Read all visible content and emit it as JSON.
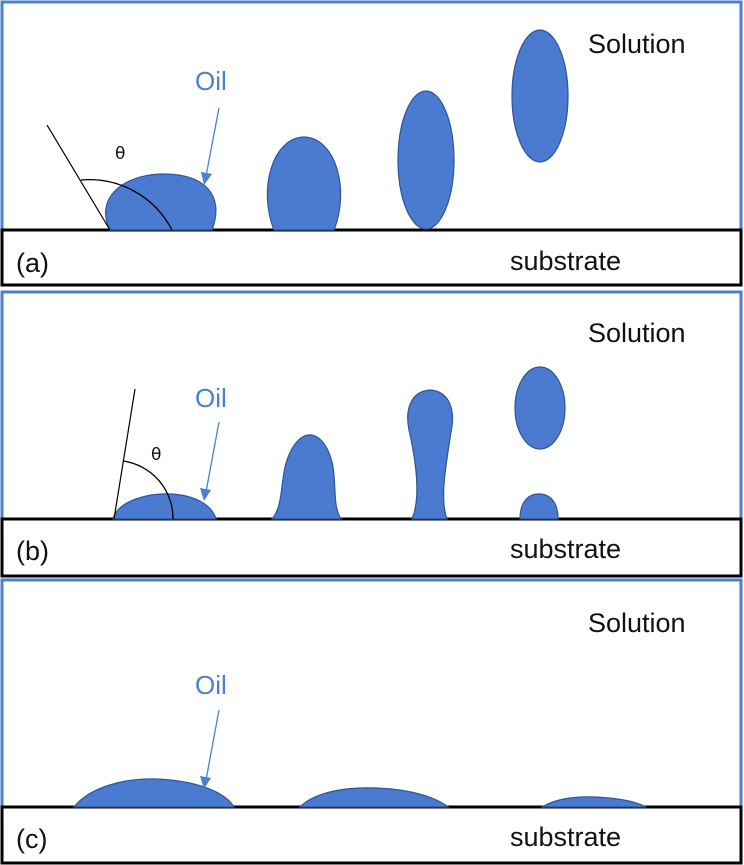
{
  "colors": {
    "panel_border": "#4a7fd4",
    "droplet_fill": "#4a7bd1",
    "droplet_stroke": "#2f5597",
    "oil_label": "#4a7fd4",
    "arrow": "#4a7fd4",
    "substrate_border": "#000000"
  },
  "panels": [
    {
      "id": "(a)",
      "solution_label": "Solution",
      "substrate_label": "substrate",
      "oil_label": "Oil",
      "angle_label": "θ",
      "description": "oil droplet detaches progressively from substrate (high contact angle)"
    },
    {
      "id": "(b)",
      "solution_label": "Solution",
      "substrate_label": "substrate",
      "oil_label": "Oil",
      "angle_label": "θ",
      "description": "oil droplet necks and splits, leaving residual droplet"
    },
    {
      "id": "(c)",
      "solution_label": "Solution",
      "substrate_label": "substrate",
      "oil_label": "Oil",
      "description": "oil spreads on substrate and remains attached"
    }
  ]
}
